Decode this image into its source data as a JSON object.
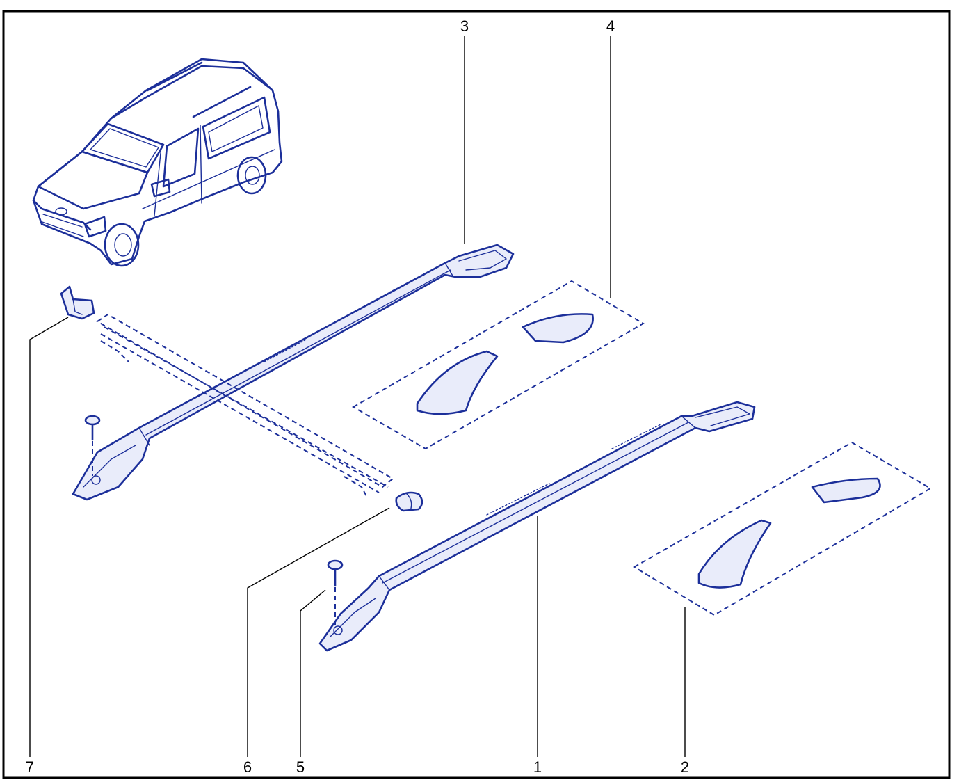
{
  "callouts": {
    "c1": "1",
    "c2": "2",
    "c3": "3",
    "c4": "4",
    "c5": "5",
    "c6": "6",
    "c7": "7"
  },
  "colors": {
    "ink": "#1c2f9a",
    "frame": "#000000",
    "background": "#ffffff"
  }
}
